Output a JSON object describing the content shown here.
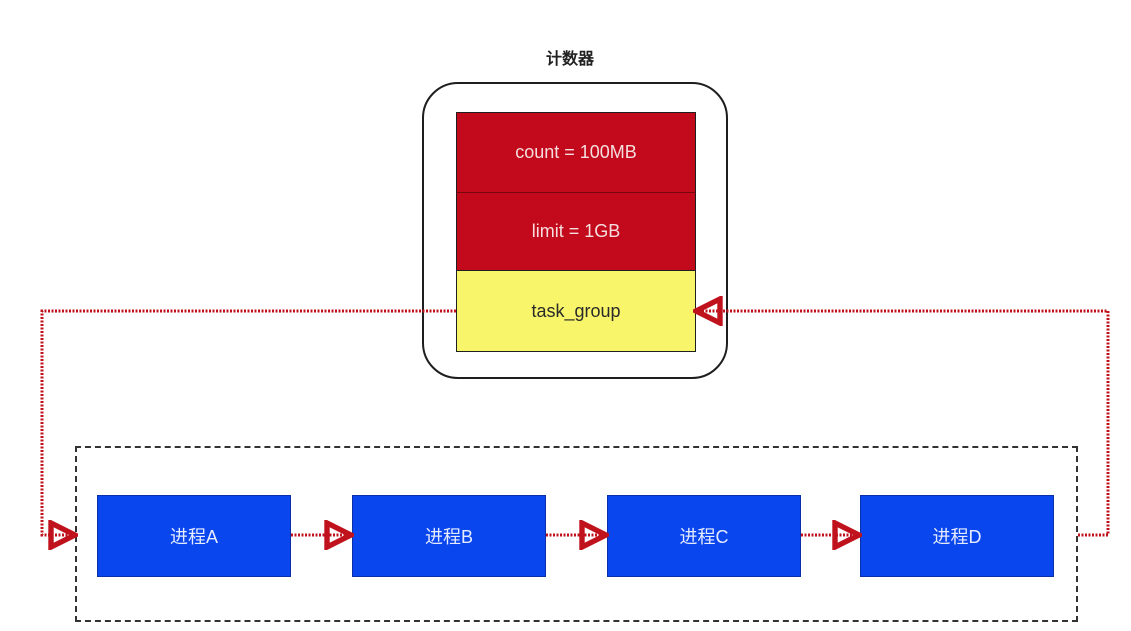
{
  "counter": {
    "title": "计数器",
    "fields": [
      {
        "label": "count = 100MB",
        "color": "#c3091c"
      },
      {
        "label": "limit = 1GB",
        "color": "#c3091c"
      },
      {
        "label": "task_group",
        "color": "#f8f56a"
      }
    ]
  },
  "processes": [
    {
      "label": "进程A"
    },
    {
      "label": "进程B"
    },
    {
      "label": "进程C"
    },
    {
      "label": "进程D"
    }
  ],
  "colors": {
    "arrow": "#c0121c",
    "process": "#0a46ee",
    "group_border": "#333333"
  },
  "edges": [
    {
      "from": "task_group",
      "to": "进程A"
    },
    {
      "from": "进程A",
      "to": "进程B"
    },
    {
      "from": "进程B",
      "to": "进程C"
    },
    {
      "from": "进程C",
      "to": "进程D"
    },
    {
      "from": "进程D",
      "to": "task_group"
    }
  ]
}
